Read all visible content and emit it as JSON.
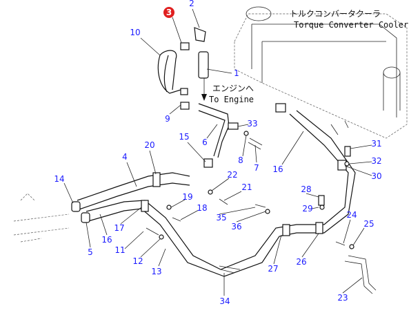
{
  "diagram": {
    "cooler_label_jp": "トルクコンバータクーラ",
    "cooler_label_en": "Torque Converter Cooler",
    "engine_label_jp": "エンジンへ",
    "engine_label_en": "To Engine",
    "highlighted_part": "3",
    "highlight_color": "#e02020",
    "callout_color": "#1a1aff",
    "callouts": {
      "p1": "1",
      "p2": "2",
      "p3": "3",
      "p4": "4",
      "p5": "5",
      "p6": "6",
      "p7": "7",
      "p8": "8",
      "p9": "9",
      "p10": "10",
      "p11": "11",
      "p12": "12",
      "p13": "13",
      "p14": "14",
      "p15": "15",
      "p16a": "16",
      "p16b": "16",
      "p17": "17",
      "p18": "18",
      "p19": "19",
      "p20": "20",
      "p21": "21",
      "p22": "22",
      "p23": "23",
      "p24": "24",
      "p25": "25",
      "p26": "26",
      "p27": "27",
      "p28": "28",
      "p29": "29",
      "p30": "30",
      "p31": "31",
      "p32": "32",
      "p33": "33",
      "p34": "34",
      "p35": "35",
      "p36": "36"
    }
  }
}
